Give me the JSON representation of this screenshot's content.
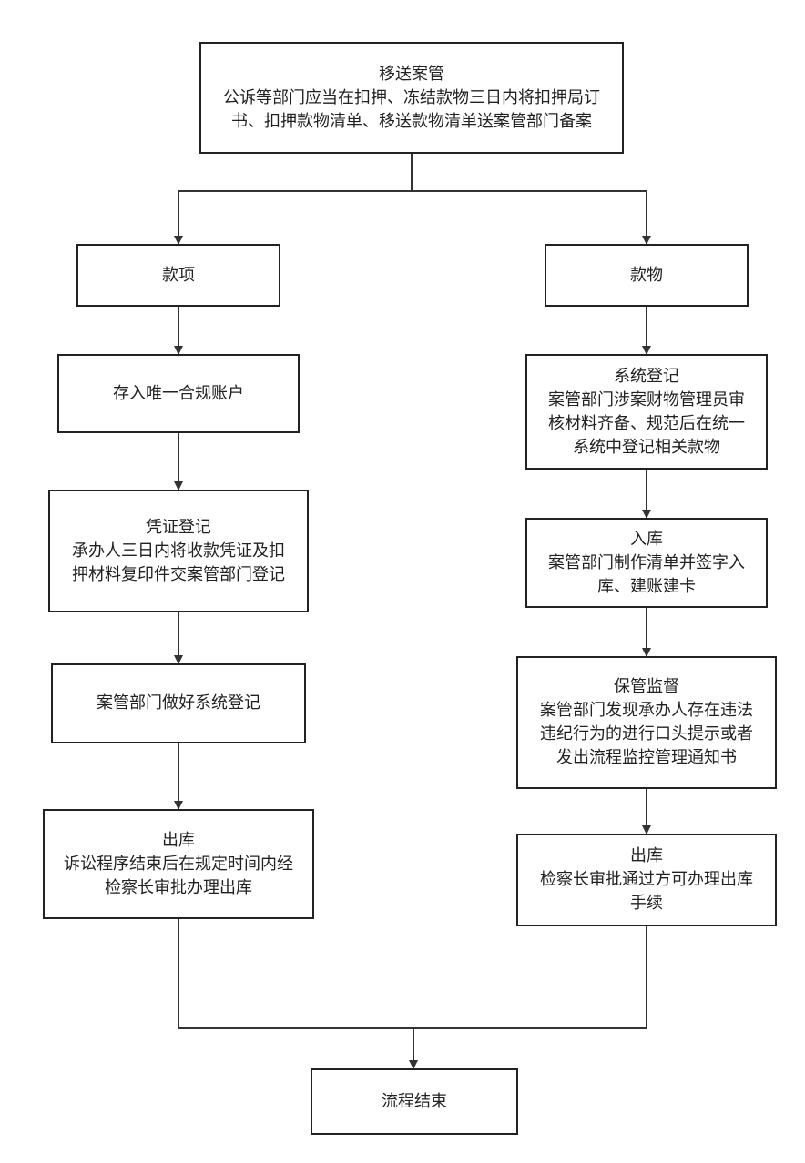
{
  "nodes": {
    "transfer": {
      "title": "移送案管",
      "lines": [
        "公诉等部门应当在扣押、冻结款物三日内将扣押局订",
        "书、扣押款物清单、移送款物清单送案管部门备案"
      ]
    },
    "funds": {
      "title": "款项",
      "lines": []
    },
    "goods": {
      "title": "款物",
      "lines": []
    },
    "deposit_account": {
      "title": "存入唯一合规账户",
      "lines": []
    },
    "voucher_register": {
      "title": "凭证登记",
      "lines": [
        "承办人三日内将收款凭证及扣",
        "押材料复印件交案管部门登记"
      ]
    },
    "case_mgmt_system_register": {
      "title": "案管部门做好系统登记",
      "lines": []
    },
    "funds_outbound": {
      "title": "出库",
      "lines": [
        "诉讼程序结束后在规定时间内经",
        "检察长审批办理出库"
      ]
    },
    "system_register": {
      "title": "系统登记",
      "lines": [
        "案管部门涉案财物管理员审",
        "核材料齐备、规范后在统一",
        "系统中登记相关款物"
      ]
    },
    "inbound": {
      "title": "入库",
      "lines": [
        "案管部门制作清单并签字入",
        "库、建账建卡"
      ]
    },
    "custody_supervision": {
      "title": "保管监督",
      "lines": [
        "案管部门发现承办人存在违法",
        "违纪行为的进行口头提示或者",
        "发出流程监控管理通知书"
      ]
    },
    "goods_outbound": {
      "title": "出库",
      "lines": [
        "检察长审批通过方可办理出库",
        "手续"
      ]
    },
    "end": {
      "title": "流程结束",
      "lines": []
    }
  },
  "colors": {
    "stroke": "#333333",
    "text": "#222222",
    "background": "#ffffff"
  }
}
